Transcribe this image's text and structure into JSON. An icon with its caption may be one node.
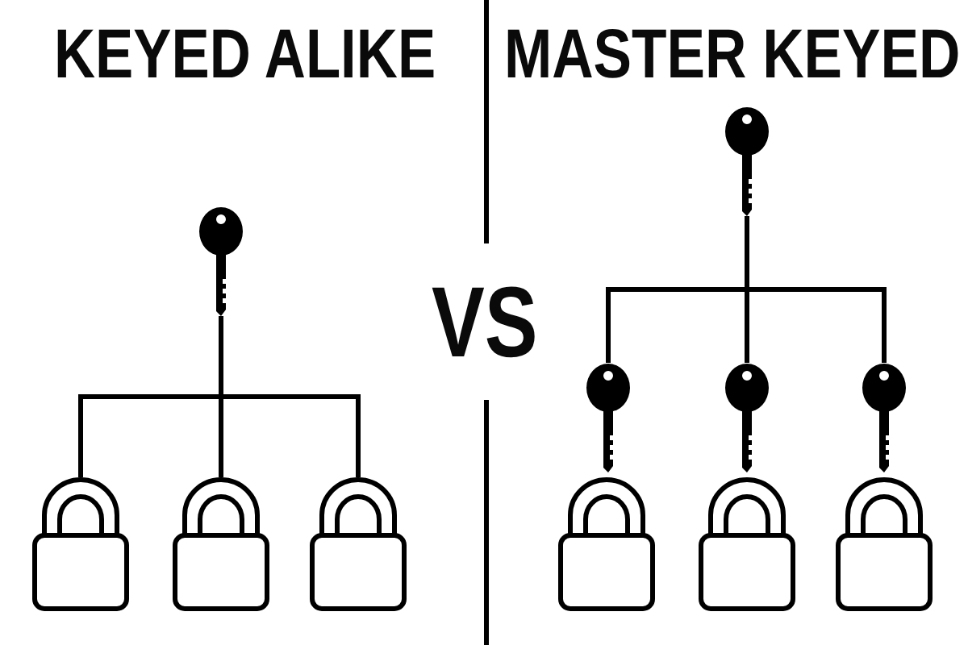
{
  "diagram": {
    "nodes": [
      {
        "text": [],
        "shape": "key"
      },
      {
        "text": [],
        "shape": "padlock"
      },
      {
        "text": [],
        "shape": "padlock"
      },
      {
        "text": [],
        "shape": "padlock"
      },
      {
        "text": [],
        "shape": "key"
      },
      {
        "text": [],
        "shape": "key"
      },
      {
        "text": [],
        "shape": "key"
      },
      {
        "text": [],
        "shape": "key"
      },
      {
        "text": [],
        "shape": "padlock"
      },
      {
        "text": [],
        "shape": "padlock"
      },
      {
        "text": [],
        "shape": "padlock"
      }
    ],
    "edges": [
      {
        "from": 0,
        "to": 1,
        "arrow": "none"
      },
      {
        "from": 0,
        "to": 2,
        "arrow": "none"
      },
      {
        "from": 0,
        "to": 3,
        "arrow": "none"
      },
      {
        "from": 4,
        "to": 5,
        "arrow": "none"
      },
      {
        "from": 4,
        "to": 6,
        "arrow": "none"
      },
      {
        "from": 4,
        "to": 7,
        "arrow": "none"
      }
    ],
    "labels": [
      "KEYED ALIKE",
      "VS",
      "MASTER KEYED"
    ]
  }
}
